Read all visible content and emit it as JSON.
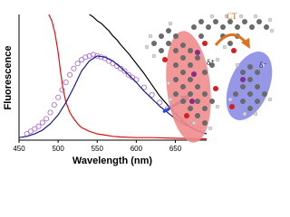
{
  "chart_data": {
    "type": "line",
    "xlabel": "Wavelength (nm)",
    "ylabel": "Fluorescence",
    "xlim": [
      450,
      690
    ],
    "ylim": [
      0,
      1.0
    ],
    "xticks": [
      450,
      500,
      550,
      600,
      650
    ],
    "yticks": [],
    "grid": false,
    "series": [
      {
        "style": "line",
        "color": "#000000",
        "x": [
          540,
          545,
          550,
          555,
          560,
          565,
          570,
          575,
          580,
          590,
          600,
          610,
          620,
          630,
          640,
          650,
          660,
          670,
          680,
          690
        ],
        "y": [
          1.0,
          0.98,
          0.95,
          0.93,
          0.9,
          0.87,
          0.83,
          0.8,
          0.76,
          0.69,
          0.61,
          0.53,
          0.44,
          0.35,
          0.28,
          0.21,
          0.15,
          0.1,
          0.07,
          0.05
        ]
      },
      {
        "style": "line",
        "color": "#e01010",
        "x": [
          488,
          492,
          496,
          500,
          503,
          506,
          510,
          515,
          520,
          525,
          530,
          540,
          550,
          560,
          570,
          580,
          600,
          620,
          650,
          690
        ],
        "y": [
          1.0,
          0.95,
          0.85,
          0.7,
          0.55,
          0.42,
          0.3,
          0.22,
          0.17,
          0.13,
          0.1,
          0.07,
          0.05,
          0.04,
          0.03,
          0.025,
          0.02,
          0.02,
          0.015,
          0.01
        ]
      },
      {
        "style": "markers",
        "color": "#b070d0",
        "x": [
          460,
          465,
          470,
          475,
          480,
          485,
          490,
          495,
          500,
          505,
          510,
          515,
          520,
          525,
          530,
          535,
          540,
          545,
          550,
          555,
          560,
          565,
          570,
          575,
          580,
          585,
          590,
          595,
          600,
          610,
          620,
          630,
          640,
          650,
          660,
          670,
          680
        ],
        "y": [
          0.05,
          0.07,
          0.09,
          0.11,
          0.14,
          0.17,
          0.22,
          0.28,
          0.34,
          0.4,
          0.46,
          0.52,
          0.57,
          0.61,
          0.64,
          0.66,
          0.67,
          0.68,
          0.67,
          0.66,
          0.65,
          0.63,
          0.61,
          0.59,
          0.57,
          0.55,
          0.52,
          0.5,
          0.48,
          0.42,
          0.36,
          0.3,
          0.25,
          0.2,
          0.16,
          0.12,
          0.09
        ]
      },
      {
        "style": "line",
        "color": "#1c1c8c",
        "x": [
          450,
          460,
          470,
          480,
          490,
          500,
          510,
          520,
          530,
          540,
          550,
          560,
          570,
          580,
          590,
          600,
          610,
          620,
          630,
          640,
          650,
          660,
          670,
          680,
          690
        ],
        "y": [
          0.02,
          0.03,
          0.05,
          0.08,
          0.13,
          0.2,
          0.3,
          0.42,
          0.55,
          0.63,
          0.67,
          0.66,
          0.63,
          0.58,
          0.52,
          0.46,
          0.39,
          0.33,
          0.27,
          0.22,
          0.17,
          0.13,
          0.1,
          0.07,
          0.05
        ]
      }
    ],
    "annotations": {
      "ct_label": "CT",
      "delta_plus": "δ⁺",
      "delta_minus": "δ⁻"
    },
    "colors": {
      "donor_ellipse": "#f08c8c",
      "acceptor_ellipse": "#8c8ce6",
      "ct_arrow": "#e07020",
      "connector_arrow": "#1f4fd8"
    }
  }
}
